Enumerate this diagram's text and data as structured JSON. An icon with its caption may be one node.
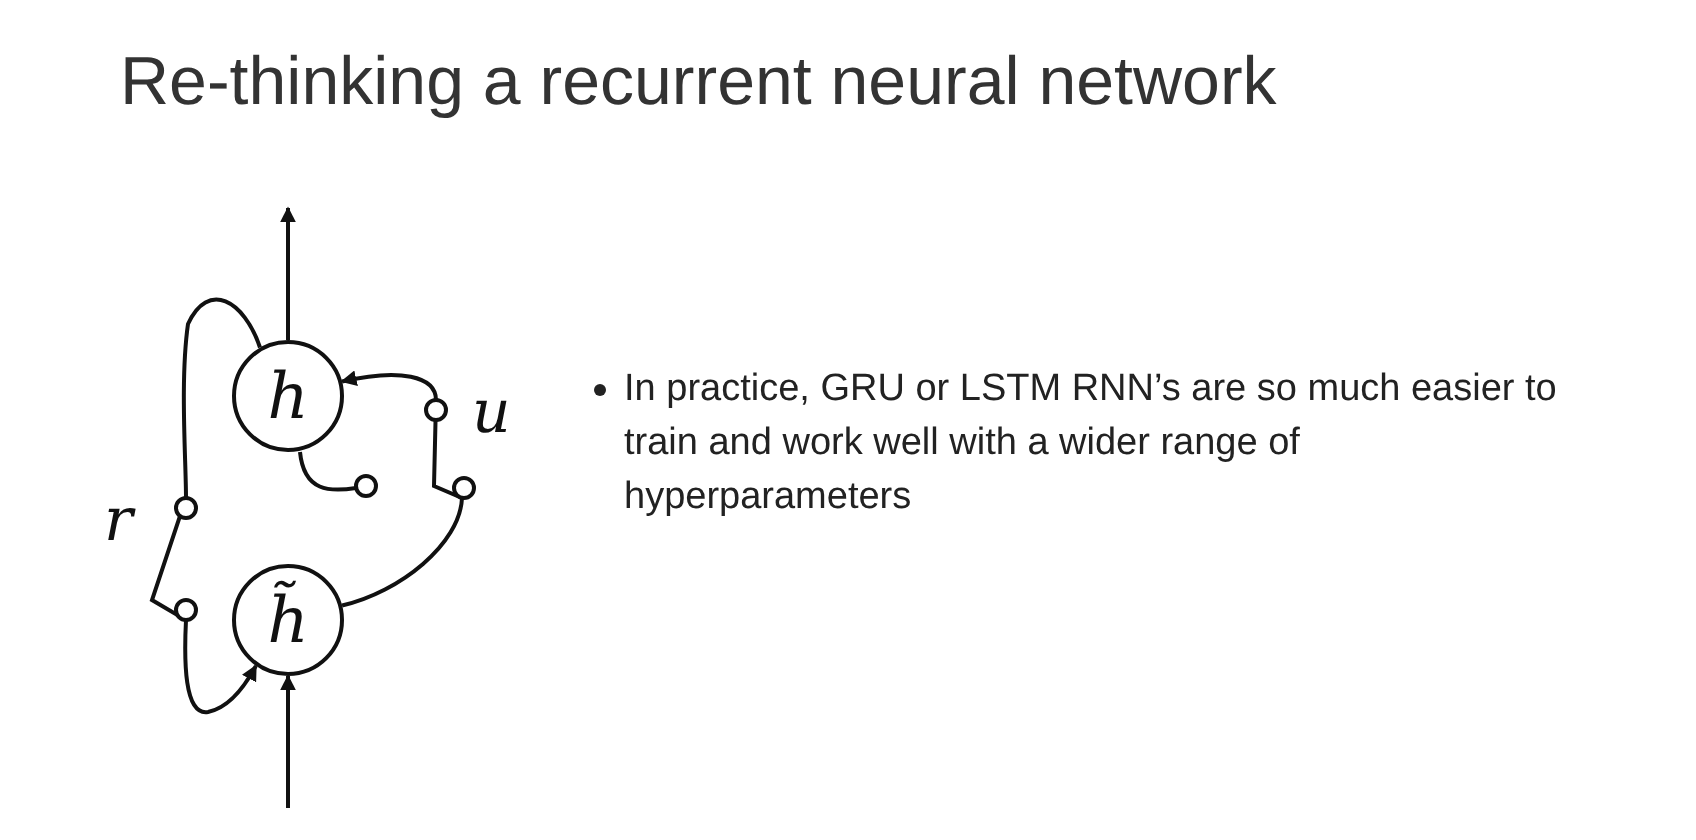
{
  "diagram": {
    "title": "Re-thinking a recurrent neural network",
    "nodes": [
      {
        "text": [
          "h"
        ]
      },
      {
        "text": [
          "h̃"
        ]
      }
    ],
    "edges": [
      {
        "from": 0,
        "to": null,
        "arrow": "to"
      },
      {
        "from": null,
        "to": 1,
        "arrow": "to"
      },
      {
        "from": 1,
        "to": 0,
        "arrow": "to"
      },
      {
        "from": 0,
        "to": 1,
        "arrow": "to"
      }
    ],
    "labels": [
      "r",
      "u",
      "In practice, GRU or LSTM RNN’s are so much easier to train and work well with a wider range of hyperparameters"
    ]
  }
}
